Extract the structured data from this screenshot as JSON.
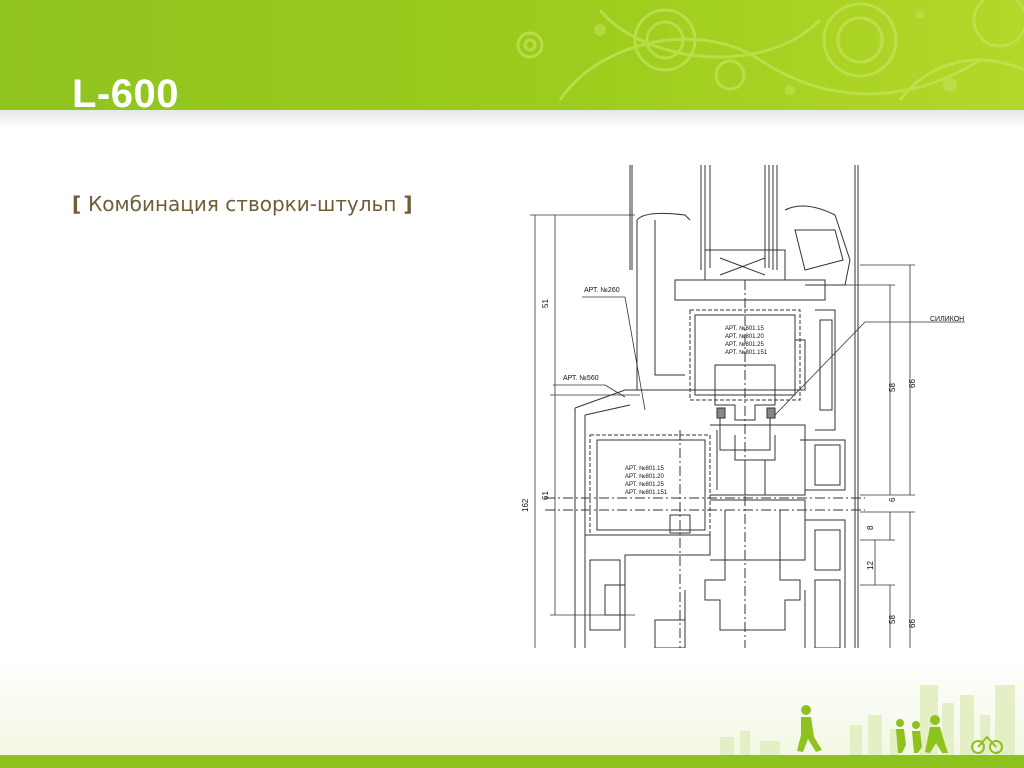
{
  "slide": {
    "title": "L-600",
    "subtitle_open": "[ ",
    "subtitle_text": "Комбинация створки-штульп",
    "subtitle_close": " ]"
  },
  "drawing": {
    "labels": {
      "art260": "АРТ. №260",
      "art560": "АРТ. №560",
      "silicon": "СИЛИКОН",
      "reinf_top": [
        "АРТ. №801.15",
        "АРТ. №801.20",
        "АРТ. №801.25",
        "АРТ. №801.151"
      ],
      "reinf_left": [
        "АРТ. №801.15",
        "АРТ. №801.20",
        "АРТ. №801.25",
        "АРТ. №801.151"
      ]
    },
    "dimensions": {
      "d51": "51",
      "d61": "61",
      "d162": "162",
      "d58_top": "58",
      "d66_top": "66",
      "d6": "6",
      "d8": "8",
      "d12": "12",
      "d58_bottom": "58",
      "d66_bottom": "66"
    }
  }
}
